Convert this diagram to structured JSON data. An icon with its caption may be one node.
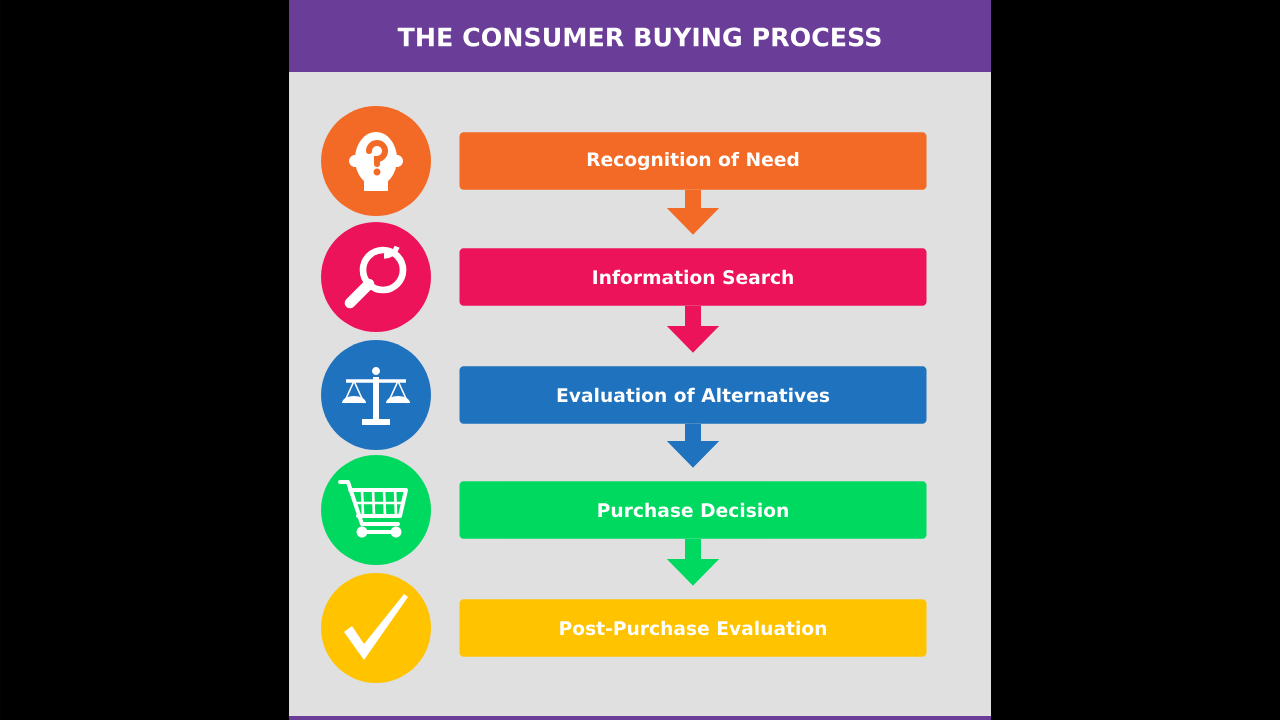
{
  "diagram": {
    "title": "THE CONSUMER BUYING PROCESS",
    "nodes": [
      {
        "text": [
          "Recognition of Need"
        ]
      },
      {
        "text": [
          "Information Search"
        ]
      },
      {
        "text": [
          "Evaluation of Alternatives"
        ]
      },
      {
        "text": [
          "Purchase Decision"
        ]
      },
      {
        "text": [
          "Post-Purchase Evaluation"
        ]
      }
    ],
    "edges": [
      {
        "from": 0,
        "to": 1,
        "arrow": "to",
        "color": "#f26a25"
      },
      {
        "from": 1,
        "to": 2,
        "arrow": "to",
        "color": "#ec135a"
      },
      {
        "from": 2,
        "to": 3,
        "arrow": "to",
        "color": "#1f72bd"
      },
      {
        "from": 3,
        "to": 4,
        "arrow": "to",
        "color": "#00d95f"
      }
    ]
  }
}
